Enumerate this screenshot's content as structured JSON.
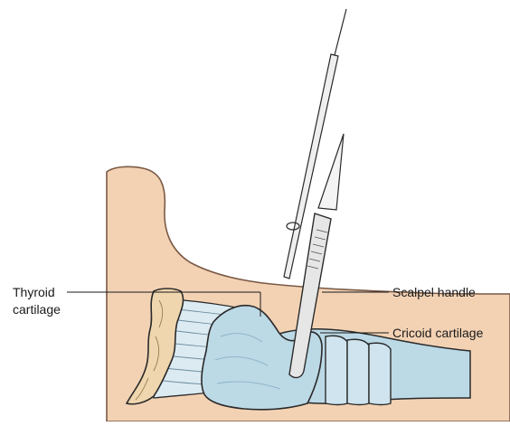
{
  "labels": {
    "thyroid_line1": "Thyroid",
    "thyroid_line2": "cartilage",
    "scalpel_handle": "Scalpel handle",
    "cricoid_cartilage": "Cricoid cartilage"
  },
  "colors": {
    "skin": "#f3d2b4",
    "skin_outline": "#7a5a46",
    "cartilage_blue": "#bcd9e6",
    "cartilage_blue_dark": "#8fb6c9",
    "thyroid_bone": "#efd6ae",
    "instrument": "#e6e6e6",
    "outline": "#2a2a2a"
  }
}
